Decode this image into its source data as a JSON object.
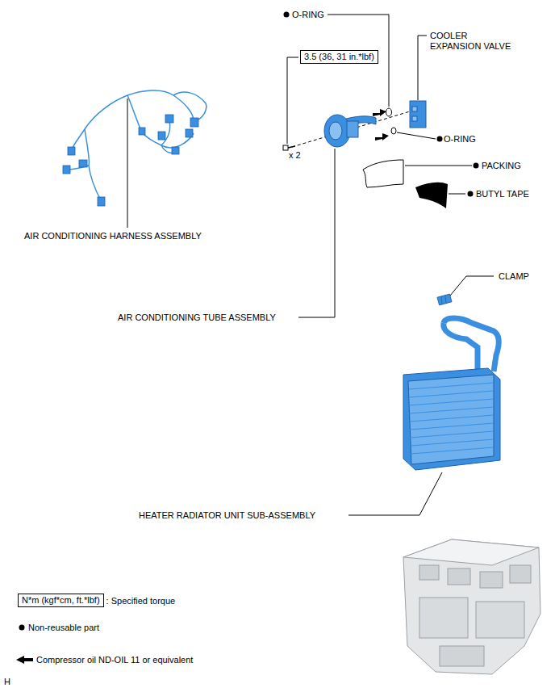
{
  "diagram": {
    "nodes": [
      {
        "text": [
          "3.5 (36, 31 in.*lbf)"
        ]
      },
      {
        "text": [
          "N*m (kgf*cm, ft.*lbf)"
        ]
      }
    ],
    "labels": [
      "O-RING",
      "COOLER EXPANSION VALVE",
      "x 2",
      "O-RING",
      "PACKING",
      "BUTYL TAPE",
      "AIR CONDITIONING HARNESS ASSEMBLY",
      "AIR CONDITIONING TUBE ASSEMBLY",
      "CLAMP",
      "HEATER RADIATOR UNIT SUB-ASSEMBLY",
      "H"
    ],
    "legend": [
      {
        "text": ": Specified torque"
      },
      {
        "text": "Non-reusable part"
      },
      {
        "text": "Compressor oil ND-OIL 11 or equivalent"
      }
    ]
  }
}
